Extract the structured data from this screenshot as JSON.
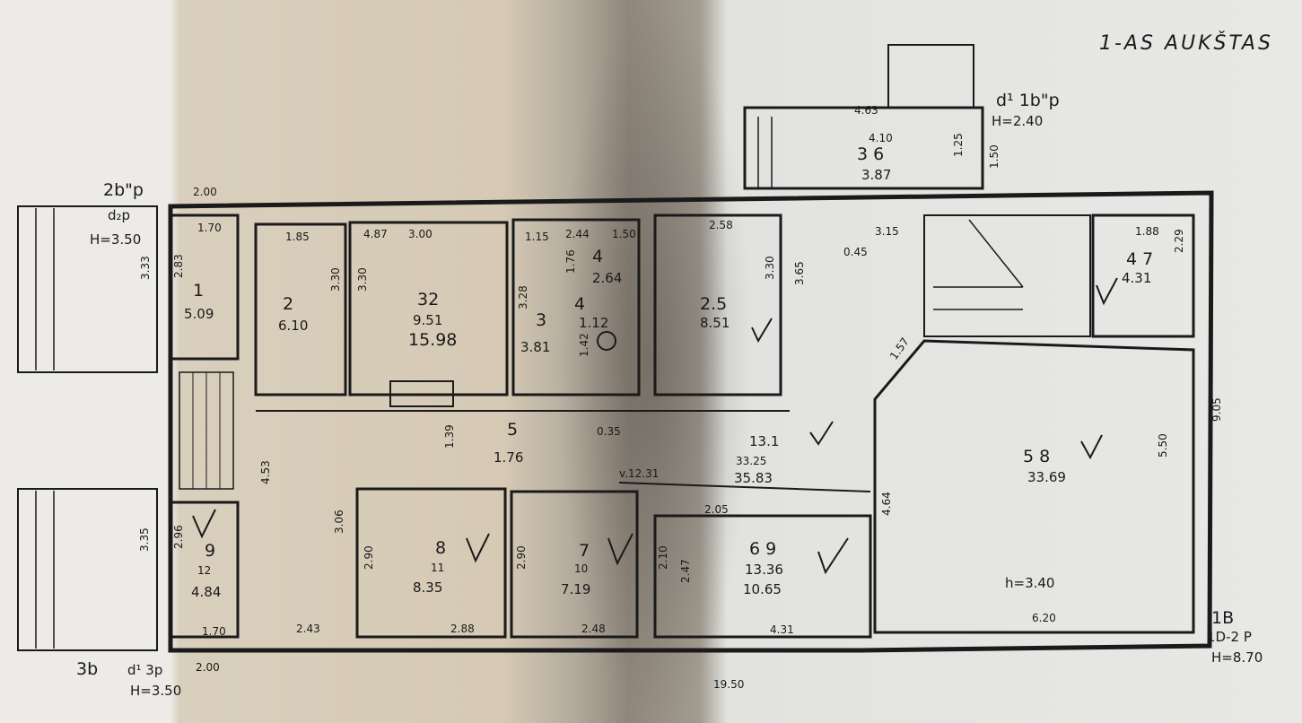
{
  "title": "1-AS AUKŠTAS",
  "annotations": {
    "left_top_code": "2b\"p",
    "left_top_sub": "d₂p",
    "left_top_height": "H=3.50",
    "right_top_code": "d¹ 1b\"p",
    "right_top_height": "H=2.40",
    "left_bottom_code": "3b",
    "left_bottom_sub": "d¹ 3p",
    "left_bottom_height": "H=3.50",
    "right_bottom_code": "1B",
    "right_bottom_sub": "1D-2 P",
    "right_bottom_height": "H=8.70",
    "room_height": "h=3.40",
    "elev": "v.12.31"
  },
  "rooms": [
    {
      "num": "1",
      "area": "5.09"
    },
    {
      "num": "2",
      "area": "6.10"
    },
    {
      "num": "32",
      "area": "9.51",
      "area2": "15.98"
    },
    {
      "num": "3",
      "area": "3.81"
    },
    {
      "num": "4",
      "area": "2.64"
    },
    {
      "num": "4",
      "area": "1.12"
    },
    {
      "num": "2.5",
      "area": "8.51"
    },
    {
      "num": "3 6",
      "area": "3.87"
    },
    {
      "num": "4 7",
      "area": "4.31"
    },
    {
      "num": "5",
      "area": "1.76"
    },
    {
      "num": "13.1",
      "area": "33.25",
      "area2": "35.83"
    },
    {
      "num": "5 8",
      "area": "33.69"
    },
    {
      "num": "9",
      "area": "12",
      "area2": "4.84"
    },
    {
      "num": "8",
      "area": "11",
      "area2": "8.35"
    },
    {
      "num": "7",
      "area": "10",
      "area2": "7.19"
    },
    {
      "num": "6 9",
      "area": "13.36",
      "area2": "10.65"
    }
  ],
  "dims": {
    "d_200_top": "2.00",
    "d_170_top": "1.70",
    "d_185": "1.85",
    "d_487": "4.87",
    "d_300": "3.00",
    "d_115": "1.15",
    "d_244": "2.44",
    "d_150": "1.50",
    "d_258": "2.58",
    "d_315": "3.15",
    "d_045": "0.45",
    "d_188": "1.88",
    "d_229": "2.29",
    "d_463": "4.63",
    "d_410": "4.10",
    "d_125": "1.25",
    "d_150b": "1.50",
    "d_333": "3.33",
    "d_283": "2.83",
    "d_330a": "3.30",
    "d_330b": "3.30",
    "d_328": "3.28",
    "d_176": "1.76",
    "d_142": "1.42",
    "d_330c": "3.30",
    "d_365": "3.65",
    "d_157": "1.57",
    "d_905": "9.05",
    "d_550": "5.50",
    "d_139": "1.39",
    "d_035": "0.35",
    "d_453": "4.53",
    "d_306": "3.06",
    "d_290a": "2.90",
    "d_290b": "2.90",
    "d_210": "2.10",
    "d_247": "2.47",
    "d_205": "2.05",
    "d_464": "4.64",
    "d_335": "3.35",
    "d_296": "2.96",
    "d_170_bot": "1.70",
    "d_200_bot": "2.00",
    "d_243": "2.43",
    "d_288": "2.88",
    "d_248": "2.48",
    "d_431": "4.31",
    "d_620": "6.20",
    "d_1950": "19.50"
  },
  "colors": {
    "ink": "#1a1a1a",
    "paper": "#e8e8e6",
    "stain": "#8f877c"
  }
}
